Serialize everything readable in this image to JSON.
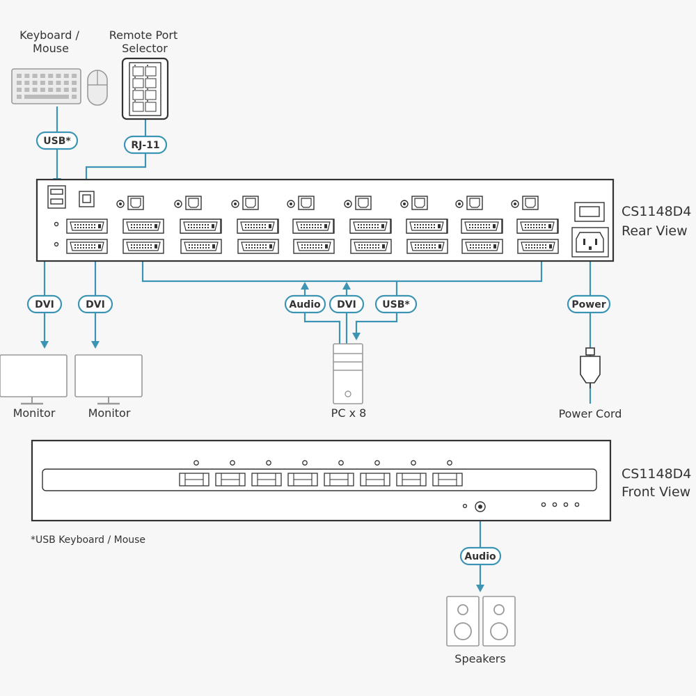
{
  "labels": {
    "keyboard_mouse": [
      "Keyboard /",
      "Mouse"
    ],
    "remote_port_selector": [
      "Remote Port",
      "Selector"
    ],
    "rear_view": [
      "CS1148D4",
      "Rear View"
    ],
    "front_view": [
      "CS1148D4",
      "Front View"
    ],
    "monitor_1": "Monitor",
    "monitor_2": "Monitor",
    "pc": "PC x 8",
    "power_cord": "Power Cord",
    "speakers": "Speakers",
    "footnote": "*USB Keyboard / Mouse"
  },
  "cables": {
    "usb_keyboard": "USB*",
    "rj11": "RJ-11",
    "dvi_monitor_1": "DVI",
    "dvi_monitor_2": "DVI",
    "audio_pc": "Audio",
    "dvi_pc": "DVI",
    "usb_pc": "USB*",
    "power": "Power",
    "audio_speakers": "Audio"
  },
  "colors": {
    "cable": "#3c94b4",
    "outline": "#333333",
    "background": "#f7f7f7"
  },
  "ports": {
    "pc_port_groups": 8,
    "front_led_buttons": 8
  }
}
